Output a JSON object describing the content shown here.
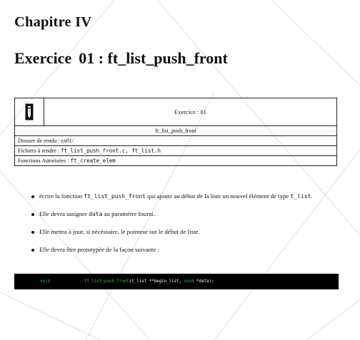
{
  "header": {
    "chapter": "Chapitre IV",
    "exercise_prefix": "Exercice",
    "exercise_rest": "01 : ft_list_push_front"
  },
  "exercise_table": {
    "exercise_label": "Exercice : 01",
    "name": "ft_list_push_front",
    "folder_label": "Dossier de rendu : ",
    "folder_value": "ex01/",
    "files_label": "Fichiers à rendre : ",
    "files_value": "ft_list_push_front.c, ft_list.h",
    "functions_label": "Fonctions Autorisées : ",
    "functions_value": "ft_create_elem"
  },
  "instructions": [
    {
      "before": "écrire la fonction ",
      "code": "ft_list_push_front",
      "middle": " qui ajoute au début de la liste un nouvel élément de type ",
      "code2": "t_list",
      "after": "."
    },
    {
      "before": "Elle devra assigner ",
      "code": "data",
      "after": " au paramètre fourni."
    },
    {
      "text": "Elle mettra à jour, si nécéssaire, le pointeur sur le début de liste."
    },
    {
      "text": "Elle devra être prototypée de la façon suivante :"
    }
  ],
  "prototype": {
    "return_type": "void",
    "func_name": "ft_list_push_front",
    "params_a": "(t_list **begin_list, ",
    "param_type": "void",
    "params_b": " *data);"
  },
  "colors": {
    "code_background": "#000000",
    "code_keyword": "#2ec24a"
  },
  "icons": {
    "logo": "pencil-logo-icon",
    "bullet": "bullet-icon"
  }
}
